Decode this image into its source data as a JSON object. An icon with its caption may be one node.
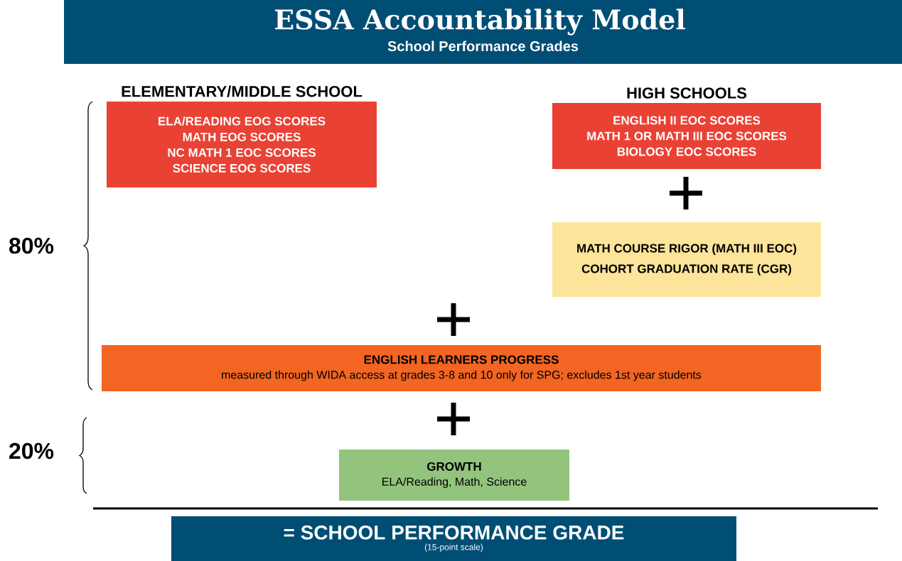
{
  "diagram": {
    "title": "ESSA Accountability Model",
    "nodes": [
      {
        "text": [
          "School Performance Grades"
        ]
      },
      {
        "text": [
          "ELEMENTARY/MIDDLE SCHOOL",
          "ELA/READING EOG SCORES",
          "MATH EOG SCORES",
          "NC MATH 1 EOC SCORES",
          "SCIENCE EOG SCORES"
        ]
      },
      {
        "text": [
          "HIGH SCHOOLS",
          "ENGLISH II EOC SCORES",
          "MATH 1 OR MATH III EOC SCORES",
          "BIOLOGY EOC SCORES"
        ]
      },
      {
        "text": [
          "MATH COURSE RIGOR (MATH III EOC)",
          "COHORT GRADUATION RATE (CGR)"
        ]
      },
      {
        "text": [
          "ENGLISH LEARNERS PROGRESS",
          "measured through WIDA access at grades 3-8 and 10 only for SPG; excludes 1st year students"
        ]
      },
      {
        "text": [
          "GROWTH",
          "ELA/Reading, Math, Science"
        ]
      },
      {
        "text": [
          "= SCHOOL PERFORMANCE GRADE",
          "(15-point scale)"
        ]
      }
    ],
    "labels": [
      "80%",
      "20%"
    ]
  }
}
